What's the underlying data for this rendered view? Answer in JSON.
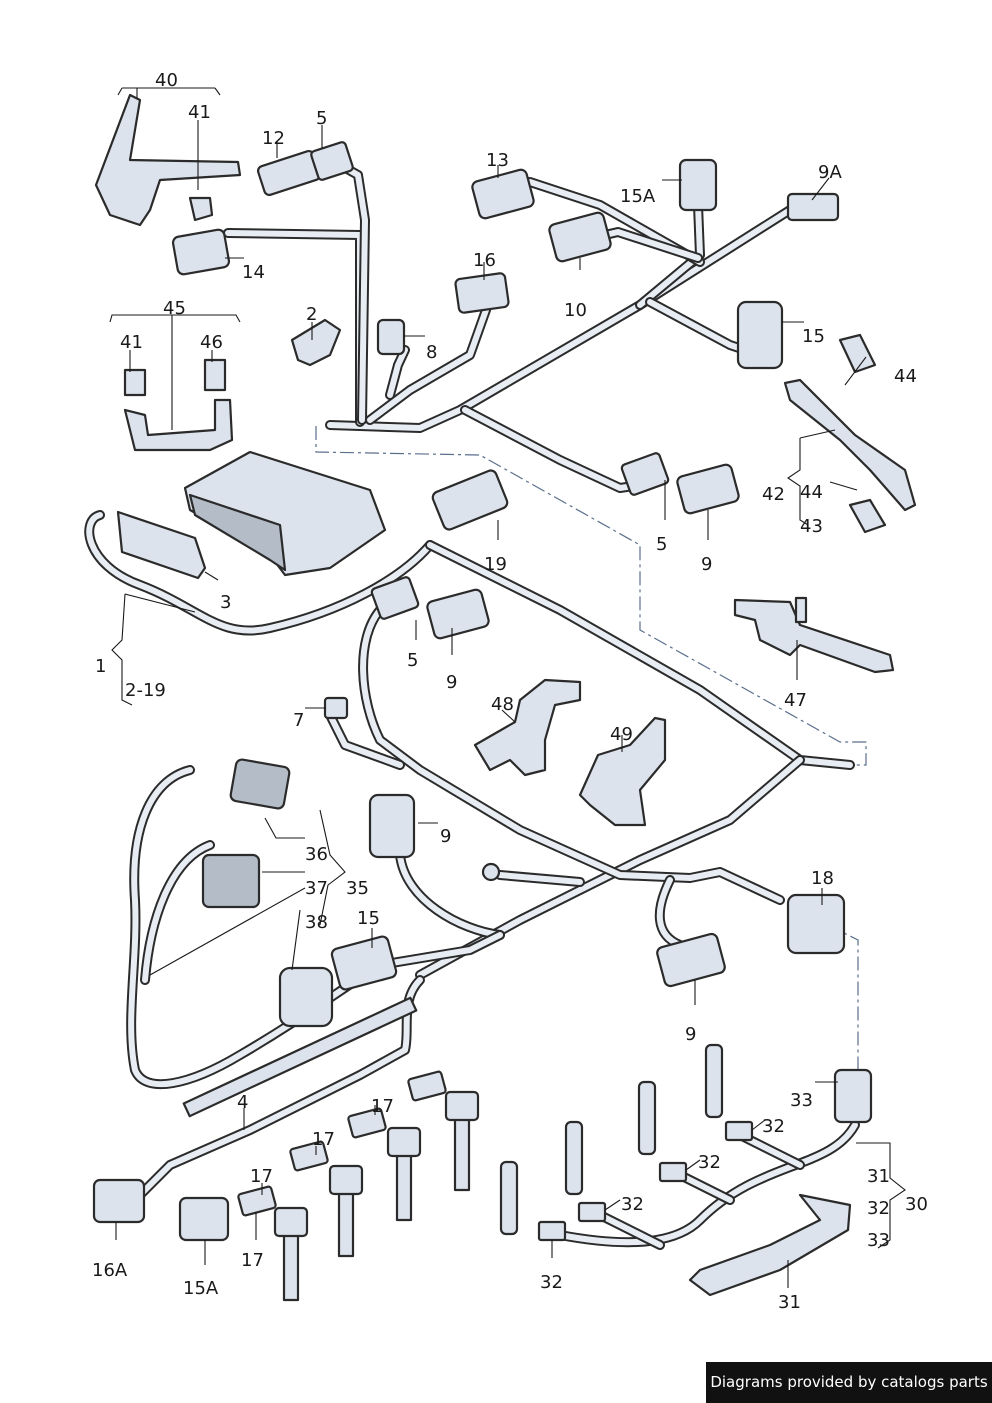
{
  "labels": [
    "40",
    "41",
    "12",
    "5",
    "13",
    "9A",
    "15A",
    "14",
    "16",
    "10",
    "15",
    "2",
    "8",
    "44",
    "45",
    "41",
    "46",
    "42",
    "44",
    "43",
    "19",
    "5",
    "9",
    "3",
    "1",
    "2-19",
    "5",
    "9",
    "47",
    "7",
    "48",
    "49",
    "36",
    "37",
    "35",
    "38",
    "9",
    "18",
    "15",
    "9",
    "4",
    "17",
    "17",
    "17",
    "17",
    "33",
    "32",
    "32",
    "32",
    "32",
    "16A",
    "15A",
    "31",
    "32",
    "30",
    "33",
    "31"
  ],
  "footer": "Diagrams provided by catalogs parts"
}
